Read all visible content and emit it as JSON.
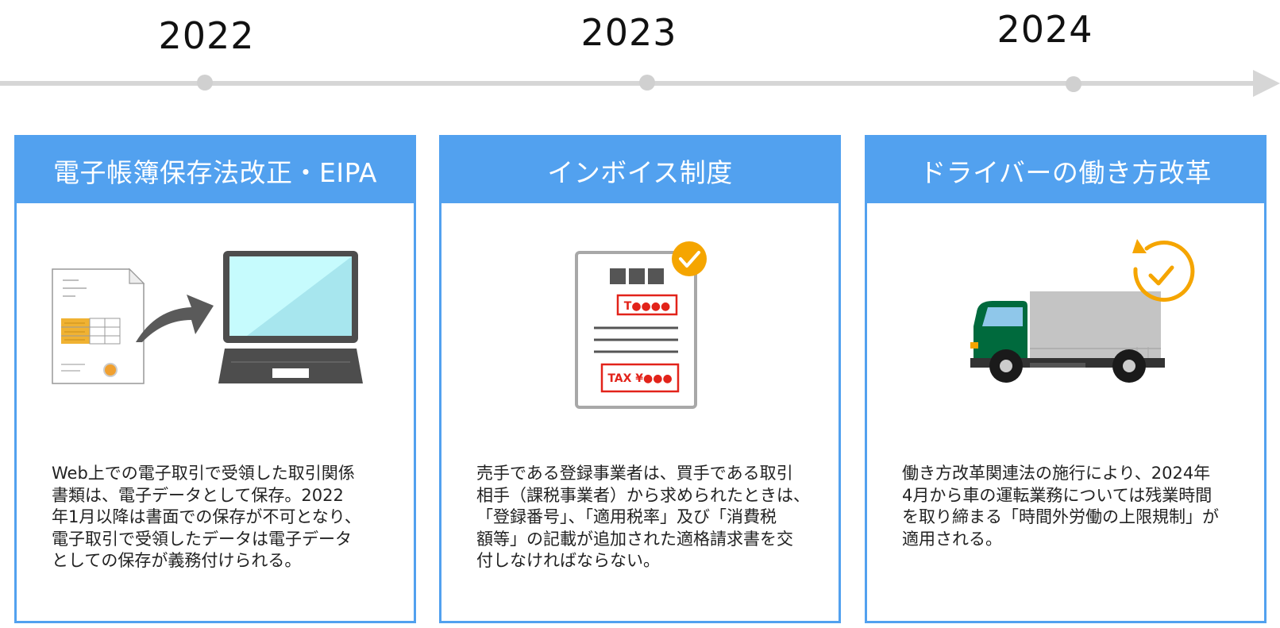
{
  "timeline": {
    "years": [
      "2022",
      "2023",
      "2024"
    ]
  },
  "cards": [
    {
      "title": "電子帳簿保存法改正・EIPA",
      "body": "Web上での電子取引で受領した取引関係\n書類は、電子データとして保存。2022\n年1月以降は書面での保存が不可となり、\n電子取引で受領したデータは電子データ\nとしての保存が義務付けられる。"
    },
    {
      "title": "インボイス制度",
      "body": "売手である登録事業者は、買手である取引\n相手（課税事業者）から求められたときは、\n「登録番号」、「適用税率」及び「消費税\n額等」の記載が追加された適格請求書を交\n付しなければならない。",
      "invoice_labels": [
        "T●●●●",
        "TAX ¥●●●"
      ]
    },
    {
      "title": "ドライバーの働き方改革",
      "body": "働き方改革関連法の施行により、2024年\n4月から車の運転業務については残業時間\nを取り締まる「時間外労働の上限規制」が\n適用される。"
    }
  ],
  "colors": {
    "accent_blue": "#52a1ef",
    "timeline_gray": "#d6d6d6",
    "invoice_red": "#e2231a",
    "check_orange": "#f5a500",
    "truck_green": "#006a3d"
  },
  "icons": [
    "document-icon",
    "arrow-icon",
    "laptop-icon",
    "invoice-icon",
    "check-icon",
    "truck-icon",
    "clock-icon"
  ]
}
